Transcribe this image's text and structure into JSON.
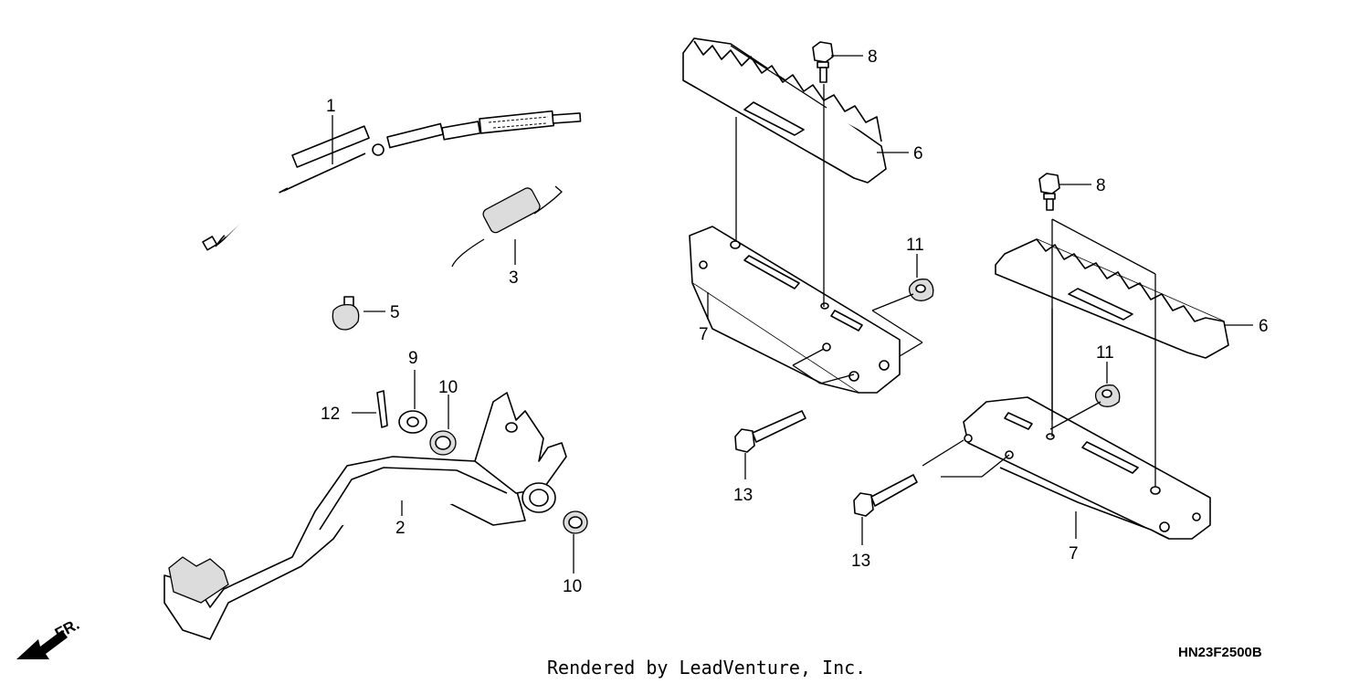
{
  "labels": {
    "l1": "1",
    "l2": "2",
    "l3": "3",
    "l5": "5",
    "l6a": "6",
    "l6b": "6",
    "l7a": "7",
    "l7b": "7",
    "l8a": "8",
    "l8b": "8",
    "l9": "9",
    "l10a": "10",
    "l10b": "10",
    "l11a": "11",
    "l11b": "11",
    "l12": "12",
    "l13a": "13",
    "l13b": "13"
  },
  "direction_label": "FR.",
  "diagram_code": "HN23F2500B",
  "footer": "Rendered by LeadVenture, Inc."
}
